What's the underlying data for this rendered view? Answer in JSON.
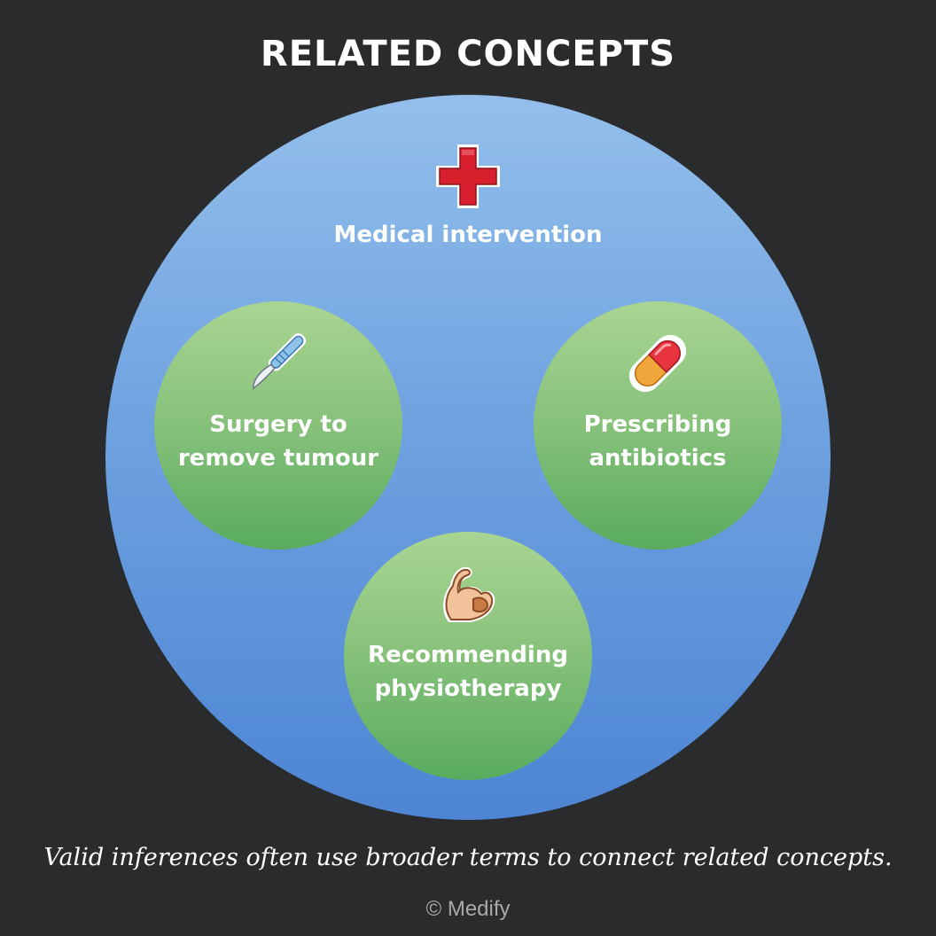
{
  "title": "RELATED CONCEPTS",
  "parent": {
    "label": "Medical intervention",
    "icon": "red-cross-icon",
    "color": "#5b8fd9"
  },
  "children": [
    {
      "line1": "Surgery to",
      "line2": "remove tumour",
      "icon": "scalpel-icon"
    },
    {
      "line1": "Prescribing",
      "line2": "antibiotics",
      "icon": "pill-capsule-icon"
    },
    {
      "line1": "Recommending",
      "line2": "physiotherapy",
      "icon": "flexed-biceps-icon"
    }
  ],
  "child_color": "#6cb66a",
  "caption": "Valid inferences often use broader terms to connect related concepts.",
  "copyright": "© Medify"
}
